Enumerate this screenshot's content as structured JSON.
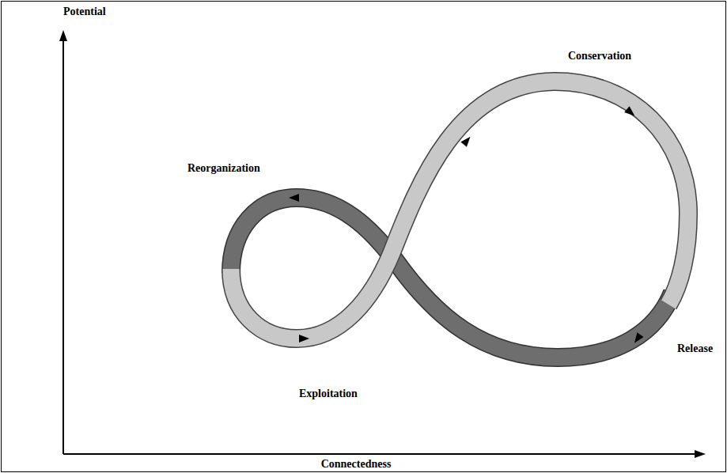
{
  "diagram": {
    "labels": [
      "Potential",
      "Connectedness",
      "Reorganization",
      "Conservation",
      "Release",
      "Exploitation"
    ]
  }
}
